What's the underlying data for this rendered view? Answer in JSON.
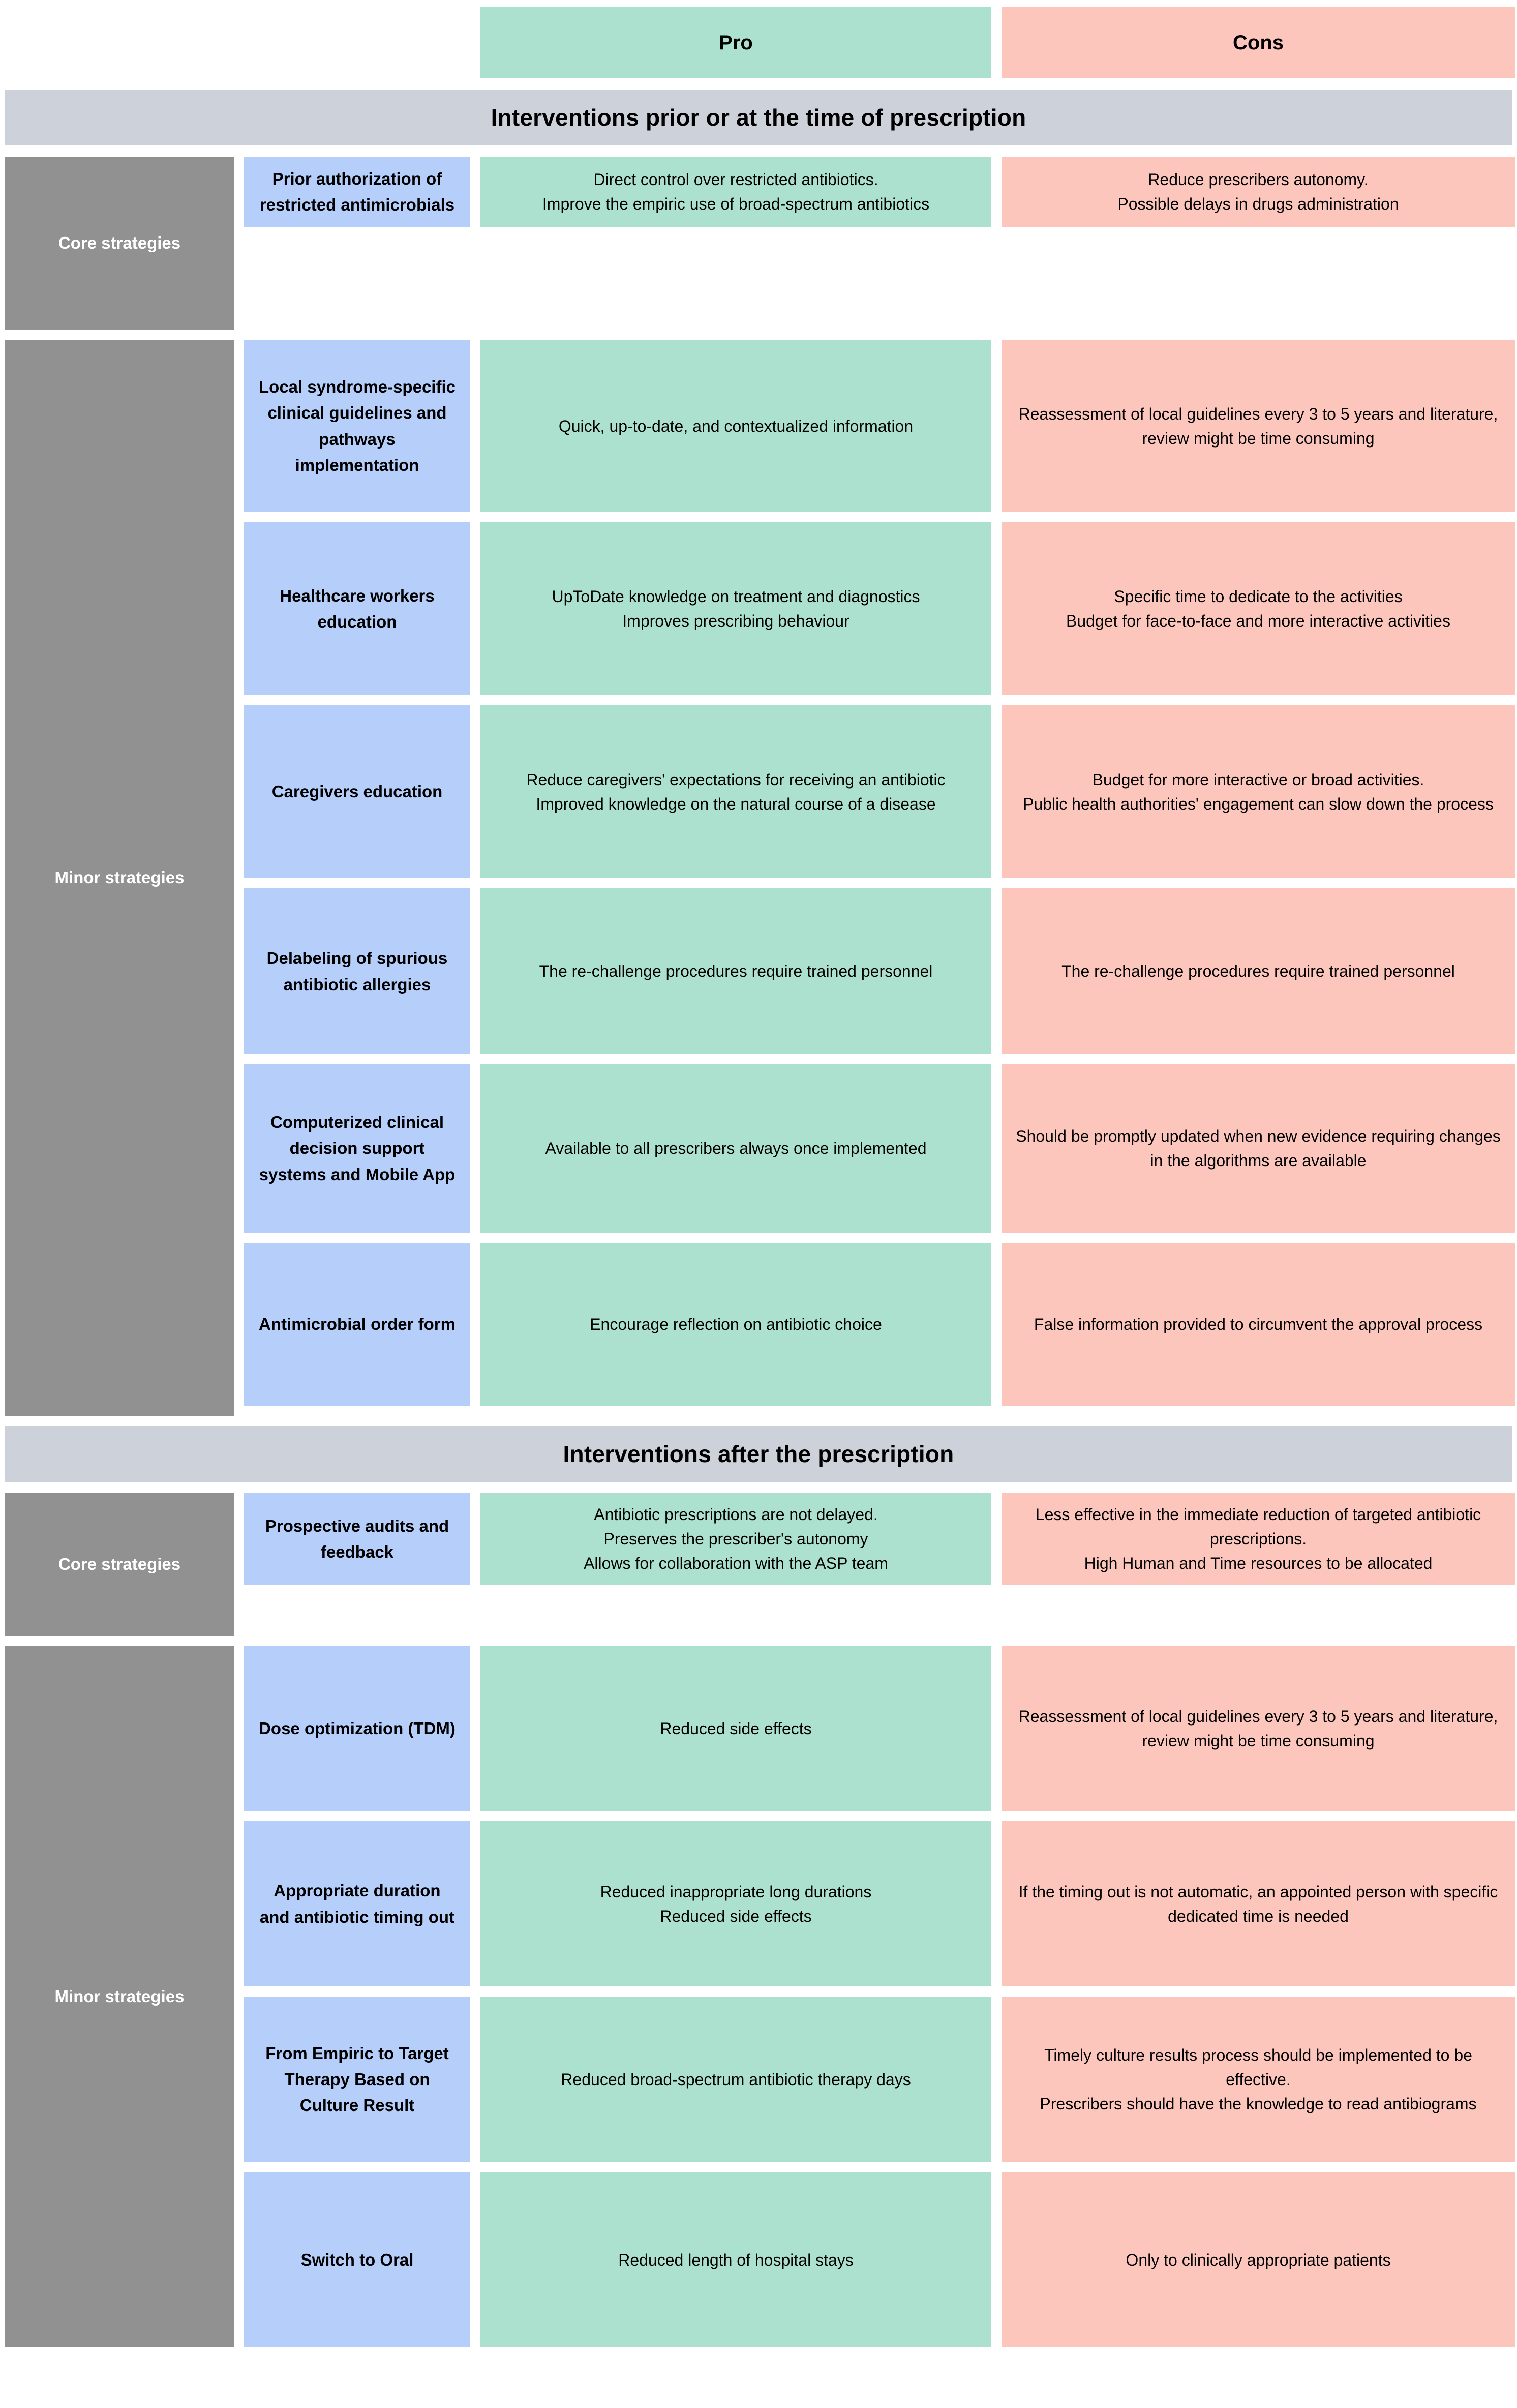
{
  "header": {
    "pro_label": "Pro",
    "cons_label": "Cons"
  },
  "colors": {
    "pro_bg": "#ABE1CE",
    "cons_bg": "#FCC6BC",
    "strategy_bg": "#B6CEFA",
    "category_bg": "#919191",
    "section_bg": "#CDD2DA",
    "page_bg": "#FFFFFF"
  },
  "sections": [
    {
      "title": "Interventions prior or at the time of prescription",
      "groups": [
        {
          "category": "Core strategies",
          "rows": [
            {
              "strategy": "Prior authorization of restricted antimicrobials",
              "pro": "Direct control over restricted antibiotics.\nImprove the empiric use of broad-spectrum antibiotics",
              "cons": "Reduce prescribers autonomy.\nPossible delays in drugs administration"
            }
          ]
        },
        {
          "category": "Minor strategies",
          "rows": [
            {
              "strategy": "Local syndrome-specific clinical guidelines and pathways implementation",
              "pro": "Quick, up-to-date, and contextualized information",
              "cons": "Reassessment of local guidelines every 3 to 5 years and literature, review might be time consuming"
            },
            {
              "strategy": "Healthcare workers education",
              "pro": "UpToDate knowledge on treatment and diagnostics\nImproves prescribing behaviour",
              "cons": "Specific time to dedicate to the activities\nBudget for face-to-face and more interactive activities"
            },
            {
              "strategy": "Caregivers education",
              "pro": "Reduce caregivers' expectations for receiving an antibiotic\nImproved knowledge on the natural course of a disease",
              "cons": "Budget for more interactive or broad activities.\nPublic health authorities' engagement can slow down the process"
            },
            {
              "strategy": "Delabeling of spurious antibiotic allergies",
              "pro": "The re-challenge procedures require trained personnel",
              "cons": "The re-challenge procedures require trained personnel"
            },
            {
              "strategy": "Computerized clinical decision support systems and Mobile App",
              "pro": "Available to all prescribers always once implemented",
              "cons": "Should be promptly updated when new evidence requiring changes in the algorithms are available"
            },
            {
              "strategy": "Antimicrobial order form",
              "pro": "Encourage reflection on antibiotic choice",
              "cons": "False information provided to circumvent the approval process"
            }
          ]
        }
      ]
    },
    {
      "title": "Interventions after the prescription",
      "groups": [
        {
          "category": "Core strategies",
          "rows": [
            {
              "strategy": "Prospective audits and feedback",
              "pro": "Antibiotic prescriptions are not delayed.\nPreserves the prescriber's autonomy\nAllows for collaboration with the ASP team",
              "cons": "Less effective in the immediate reduction of targeted antibiotic prescriptions.\nHigh Human and Time resources to be allocated"
            }
          ]
        },
        {
          "category": "Minor strategies",
          "rows": [
            {
              "strategy": "Dose optimization (TDM)",
              "pro": "Reduced side effects",
              "cons": "Reassessment of local guidelines every 3 to 5 years and literature, review might be time consuming"
            },
            {
              "strategy": "Appropriate duration and antibiotic timing out",
              "pro": "Reduced inappropriate long durations\nReduced side effects",
              "cons": "If the timing out is not automatic, an appointed person with specific dedicated time is needed"
            },
            {
              "strategy": "From Empiric to Target Therapy Based on Culture Result",
              "pro": "Reduced broad-spectrum antibiotic therapy days",
              "cons": "Timely culture results process should be implemented to be effective.\nPrescribers should have the knowledge to read antibiograms"
            },
            {
              "strategy": "Switch to Oral",
              "pro": "Reduced length of hospital stays",
              "cons": "Only to clinically appropriate patients"
            }
          ]
        }
      ]
    }
  ]
}
